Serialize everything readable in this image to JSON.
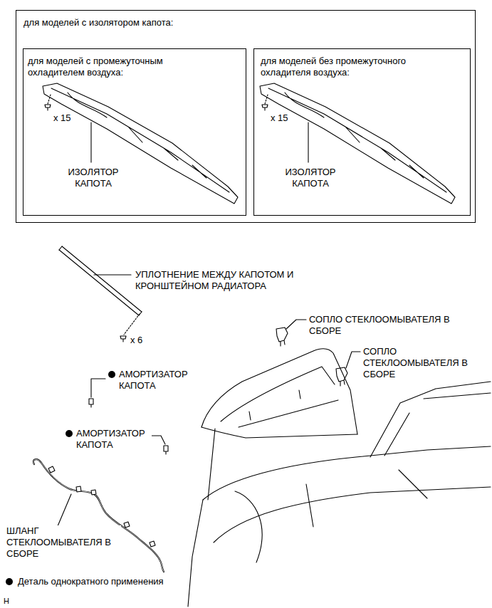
{
  "diagram": {
    "nodes": [
      {
        "text": [
          "для моделей с изолятором капота:"
        ]
      },
      {
        "text": [
          "для моделей с промежуточным охладителем воздуха:",
          "x 15",
          "ИЗОЛЯТОР КАПОТА"
        ],
        "in": 0
      },
      {
        "text": [
          "для моделей без промежуточного охладителя воздуха:",
          "x 15",
          "ИЗОЛЯТОР КАПОТА"
        ],
        "in": 0
      }
    ],
    "labels": [
      "УПЛОТНЕНИЕ МЕЖДУ КАПОТОМ И КРОНШТЕЙНОМ РАДИАТОРА",
      "x 6",
      "СОПЛО СТЕКЛООМЫВАТЕЛЯ В СБОРЕ",
      "СОПЛО СТЕКЛООМЫВАТЕЛЯ В СБОРЕ",
      "АМОРТИЗАТОР КАПОТА",
      "АМОРТИЗАТОР КАПОТА",
      "ШЛАНГ СТЕКЛООМЫВАТЕЛЯ В СБОРЕ",
      "H"
    ],
    "legend": [
      {
        "text": "Деталь однократного применения"
      }
    ]
  }
}
